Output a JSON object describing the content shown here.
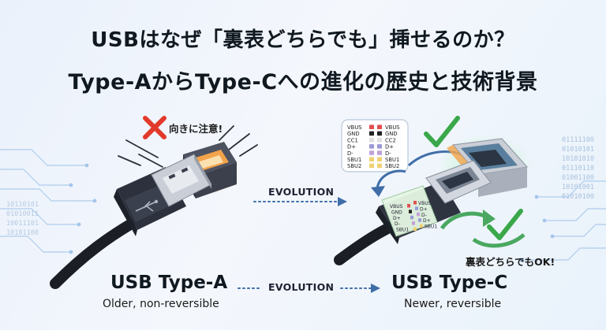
{
  "title_line1": "USBはなぜ「裏表どちらでも」挿せるのか？",
  "title_line2": "Type-AからType-Cへの進化の歴史と技術背景",
  "left": {
    "warning_text": "向きに注意!",
    "name": "USB Type-A",
    "subtitle": "Older, non-reversible"
  },
  "right": {
    "ok_text": "裏表どちらでもOK!",
    "name": "USB Type-C",
    "subtitle": "Newer, reversible",
    "pins_left": [
      "VBUS",
      "GND",
      "CC1",
      "D+",
      "D-",
      "SBU1",
      "SBU2"
    ],
    "pins_right": [
      "VBUS",
      "GND",
      "CC2",
      "D+",
      "D-",
      "SBU1",
      "SBU2"
    ],
    "pins_small_left": [
      "VBUS",
      "GND",
      "D+",
      "D-",
      "SBU1"
    ],
    "pins_small_right": [
      "VBUS",
      "D+",
      "D-",
      "D+",
      "SBU1"
    ]
  },
  "evolution_top": "EVOLUTION",
  "evolution_bottom": "EVOLUTION",
  "binary_right": [
    "01111100",
    "01010101",
    "10101010",
    "01110110",
    "01001100",
    "10101001",
    "01010100"
  ],
  "binary_left": [
    "10110101",
    "01010011",
    "10011101",
    "10101100"
  ],
  "colors": {
    "accent_blue": "#3f6da8",
    "check_green": "#3aa84a",
    "cross_red": "#e23a2a",
    "glow_orange": "#f6a44a"
  }
}
